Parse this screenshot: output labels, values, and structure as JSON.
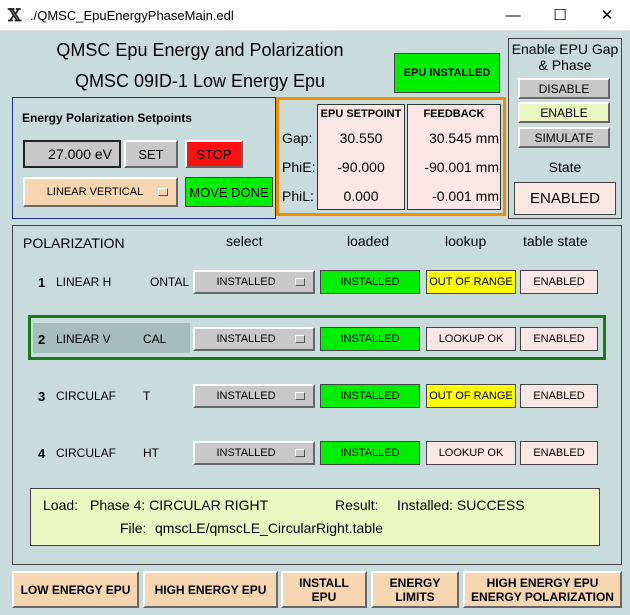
{
  "window": {
    "title": "./QMSC_EpuEnergyPhaseMain.edl",
    "icon": "x-app-icon",
    "minimize": "—",
    "maximize": "☐",
    "close": "✕"
  },
  "header": {
    "title1": "QMSC Epu Energy and Polarization",
    "title2": "QMSC 09ID-1 Low Energy Epu",
    "epu_status": "EPU INSTALLED"
  },
  "enable_panel": {
    "title": "Enable EPU Gap & Phase",
    "disable": "DISABLE",
    "enable": "ENABLE",
    "simulate": "SIMULATE",
    "state_label": "State",
    "state_value": "ENABLED"
  },
  "setpoints": {
    "title": "Energy Polarization Setpoints",
    "energy_value": "27.000 eV",
    "set_label": "SET",
    "stop_label": "STOP",
    "polarization_value": "LINEAR VERTICAL",
    "move_status": "MOVE DONE"
  },
  "readbacks": {
    "col_setpoint": "EPU SETPOINT",
    "col_feedback": "FEEDBACK",
    "rows": [
      {
        "label": "Gap:",
        "setpoint": "30.550",
        "feedback": "30.545 mm"
      },
      {
        "label": "PhiE:",
        "setpoint": "-90.000",
        "feedback": "-90.001 mm"
      },
      {
        "label": "PhiL:",
        "setpoint": "0.000",
        "feedback": "-0.001 mm"
      }
    ]
  },
  "polarization": {
    "title": "POLARIZATION",
    "col_select": "select",
    "col_loaded": "loaded",
    "col_lookup": "lookup",
    "col_table_state": "table state",
    "rows": [
      {
        "num": "1",
        "name_a": "LINEAR H",
        "name_b": "ONTAL",
        "select": "INSTALLED",
        "loaded": "INSTALLED",
        "lookup": "OUT OF RANGE",
        "table_state": "ENABLED"
      },
      {
        "num": "2",
        "name_a": "LINEAR V",
        "name_b": "CAL",
        "select": "INSTALLED",
        "loaded": "INSTALLED",
        "lookup": "LOOKUP OK",
        "table_state": "ENABLED"
      },
      {
        "num": "3",
        "name_a": "CIRCULAF",
        "name_b": "T",
        "select": "INSTALLED",
        "loaded": "INSTALLED",
        "lookup": "OUT OF RANGE",
        "table_state": "ENABLED"
      },
      {
        "num": "4",
        "name_a": "CIRCULAF",
        "name_b": "HT",
        "select": "INSTALLED",
        "loaded": "INSTALLED",
        "lookup": "LOOKUP OK",
        "table_state": "ENABLED"
      }
    ]
  },
  "load_status": {
    "load_label": "Load:",
    "load_value": "Phase 4: CIRCULAR RIGHT",
    "result_label": "Result:",
    "result_value": "Installed: SUCCESS",
    "file_label": "File:",
    "file_value": "qmscLE/qmscLE_CircularRight.table"
  },
  "bottom_nav": {
    "low_energy": "LOW ENERGY EPU",
    "high_energy": "HIGH ENERGY EPU",
    "install_1": "INSTALL",
    "install_2": "EPU",
    "limits_1": "ENERGY",
    "limits_2": "LIMITS",
    "hepol_1": "HIGH ENERGY EPU",
    "hepol_2": "ENERGY POLARIZATION"
  },
  "colors": {
    "background": "#c9dcdc",
    "green": "#00ee00",
    "yellow": "#ffff00",
    "orange_highlight": "#f08c00",
    "row_highlight": "#1a7a1a"
  }
}
